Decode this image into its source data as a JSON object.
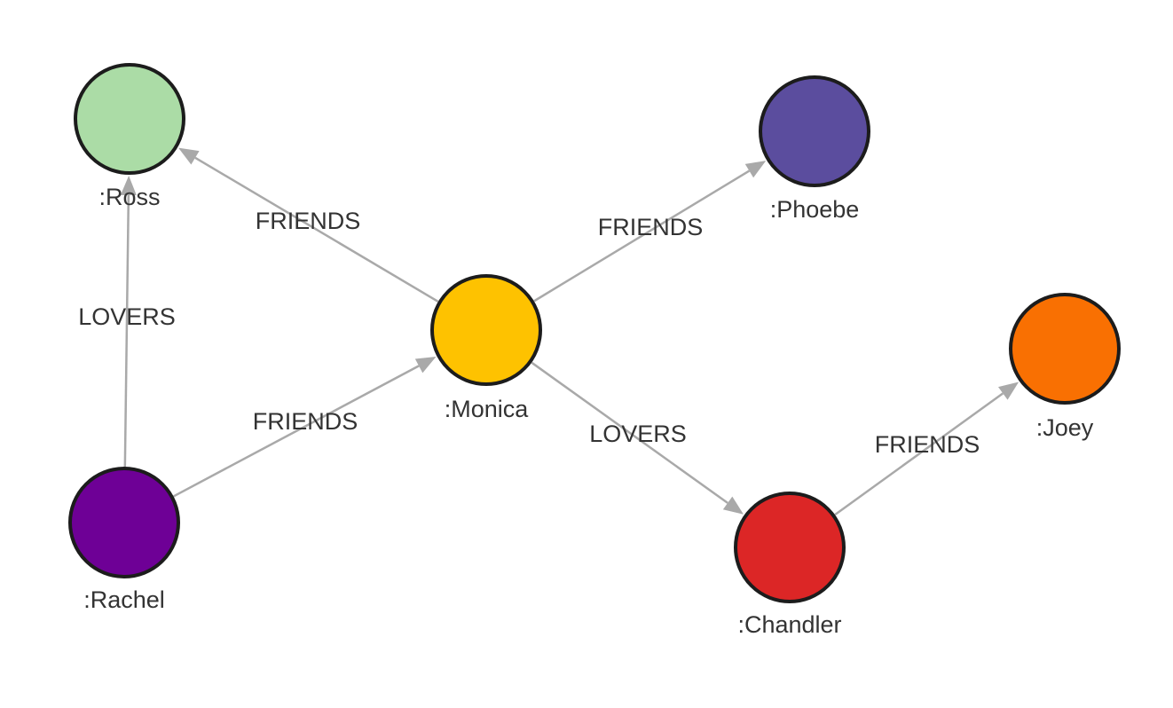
{
  "graph": {
    "nodes": [
      {
        "id": "ross",
        "label": ":Ross",
        "color": "#abdca6"
      },
      {
        "id": "phoebe",
        "label": ":Phoebe",
        "color": "#5b4d9e"
      },
      {
        "id": "monica",
        "label": ":Monica",
        "color": "#fec200"
      },
      {
        "id": "joey",
        "label": ":Joey",
        "color": "#f97002"
      },
      {
        "id": "rachel",
        "label": ":Rachel",
        "color": "#6e0096"
      },
      {
        "id": "chandler",
        "label": ":Chandler",
        "color": "#dc2626"
      }
    ],
    "edges": [
      {
        "from": "monica",
        "to": "ross",
        "label": "FRIENDS"
      },
      {
        "from": "monica",
        "to": "phoebe",
        "label": "FRIENDS"
      },
      {
        "from": "rachel",
        "to": "ross",
        "label": "LOVERS"
      },
      {
        "from": "rachel",
        "to": "monica",
        "label": "FRIENDS"
      },
      {
        "from": "monica",
        "to": "chandler",
        "label": "LOVERS"
      },
      {
        "from": "chandler",
        "to": "joey",
        "label": "FRIENDS"
      }
    ]
  }
}
